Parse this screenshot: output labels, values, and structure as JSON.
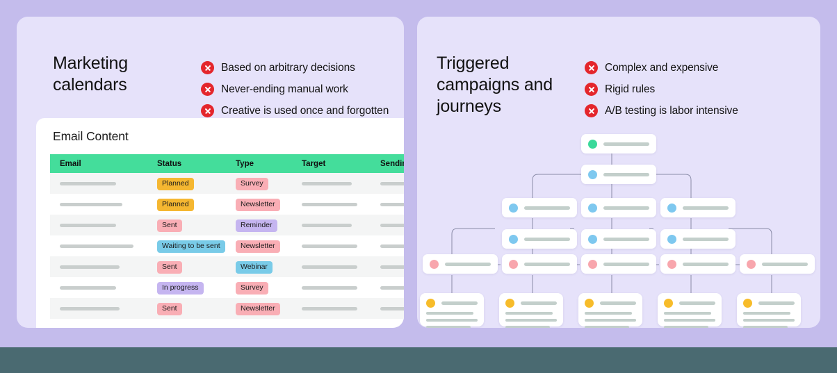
{
  "page": {
    "background_color": "#c4bcec",
    "bottom_bar_color": "#4a6a71"
  },
  "panels": [
    {
      "id": "marketing-calendars",
      "title": "Marketing calendars",
      "bullets": [
        {
          "icon": "x-circle-icon",
          "text": "Based on arbitrary decisions"
        },
        {
          "icon": "x-circle-icon",
          "text": "Never-ending manual work"
        },
        {
          "icon": "x-circle-icon",
          "text": "Creative is used once and forgotten"
        }
      ]
    },
    {
      "id": "triggered-campaigns",
      "title": "Triggered campaigns and journeys",
      "bullets": [
        {
          "icon": "x-circle-icon",
          "text": "Complex and expensive"
        },
        {
          "icon": "x-circle-icon",
          "text": "Rigid rules"
        },
        {
          "icon": "x-circle-icon",
          "text": "A/B testing is labor intensive"
        }
      ]
    }
  ],
  "email_table": {
    "card_title": "Email Content",
    "header_color": "#44dd9b",
    "columns": [
      "Email",
      "Status",
      "Type",
      "Target",
      "Sending"
    ],
    "rows": [
      {
        "email": "",
        "status": "Planned",
        "status_color": "#f5b731",
        "type": "Survey",
        "type_color": "#f9aeb5",
        "target": "",
        "sending": ""
      },
      {
        "email": "",
        "status": "Planned",
        "status_color": "#f5b731",
        "type": "Newsletter",
        "type_color": "#f9aeb5",
        "target": "",
        "sending": ""
      },
      {
        "email": "",
        "status": "Sent",
        "status_color": "#f9aeb5",
        "type": "Reminder",
        "type_color": "#c5b5f0",
        "target": "",
        "sending": ""
      },
      {
        "email": "",
        "status": "Waiting to be sent",
        "status_color": "#79cbe8",
        "type": "Newsletter",
        "type_color": "#f9aeb5",
        "target": "",
        "sending": ""
      },
      {
        "email": "",
        "status": "Sent",
        "status_color": "#f9aeb5",
        "type": "Webinar",
        "type_color": "#79cbe8",
        "target": "",
        "sending": ""
      },
      {
        "email": "",
        "status": "In progress",
        "status_color": "#c5b5f0",
        "type": "Survey",
        "type_color": "#f9aeb5",
        "target": "",
        "sending": ""
      },
      {
        "email": "",
        "status": "Sent",
        "status_color": "#f9aeb5",
        "type": "Newsletter",
        "type_color": "#f9aeb5",
        "target": "",
        "sending": ""
      }
    ]
  },
  "journey_flow": {
    "node_colors": {
      "start": "#3ad99a",
      "decision": "#7ec8ef",
      "action": "#f8a6ad",
      "content": "#f7bc2a"
    },
    "levels": [
      {
        "level": 1,
        "type": "start",
        "count": 1
      },
      {
        "level": 2,
        "type": "decision",
        "count": 1
      },
      {
        "level": 3,
        "type": "decision",
        "count": 3
      },
      {
        "level": 4,
        "type": "decision",
        "count": 3
      },
      {
        "level": 5,
        "type": "action",
        "count": 5
      },
      {
        "level": 6,
        "type": "content",
        "count": 5
      }
    ]
  }
}
